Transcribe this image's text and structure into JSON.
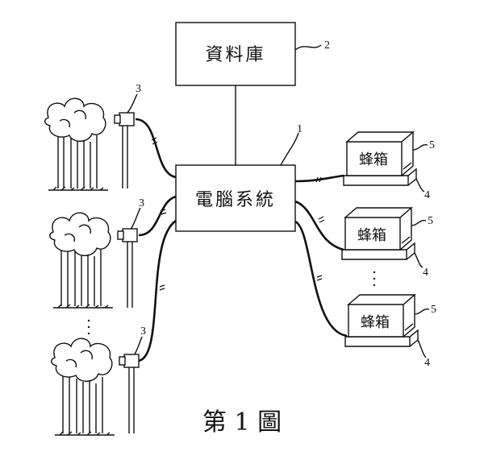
{
  "database": {
    "label": "資料庫",
    "ref": "2"
  },
  "computer": {
    "label": "電腦系統",
    "ref": "1"
  },
  "cameras": [
    {
      "ref": "3"
    },
    {
      "ref": "3"
    },
    {
      "ref": "3"
    }
  ],
  "hives": [
    {
      "label": "蜂箱",
      "box_ref": "5",
      "base_ref": "4"
    },
    {
      "label": "蜂箱",
      "box_ref": "5",
      "base_ref": "4"
    },
    {
      "label": "蜂箱",
      "box_ref": "5",
      "base_ref": "4"
    }
  ],
  "caption": "第 1 圖"
}
